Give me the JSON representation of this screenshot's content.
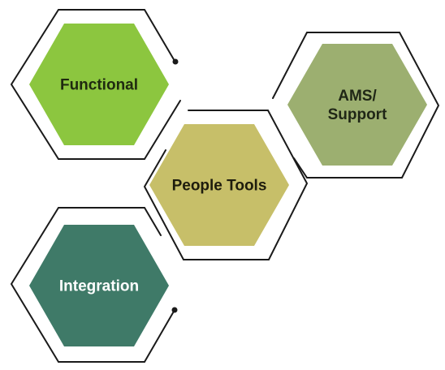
{
  "hexagons": [
    {
      "id": "functional",
      "label_lines": [
        "Functional"
      ],
      "fill": "#8cc63f",
      "text_color": "#1f2a10"
    },
    {
      "id": "ams-support",
      "label_lines": [
        "AMS/",
        "Support"
      ],
      "fill": "#9caf70",
      "text_color": "#1f2616"
    },
    {
      "id": "people-tools",
      "label_lines": [
        "People Tools"
      ],
      "fill": "#c7bf69",
      "text_color": "#1e1c0d"
    },
    {
      "id": "integration",
      "label_lines": [
        "Integration"
      ],
      "fill": "#3f7a68",
      "text_color": "#ffffff"
    }
  ],
  "colors": {
    "outline": "#1a1a1a",
    "background": "#ffffff"
  }
}
